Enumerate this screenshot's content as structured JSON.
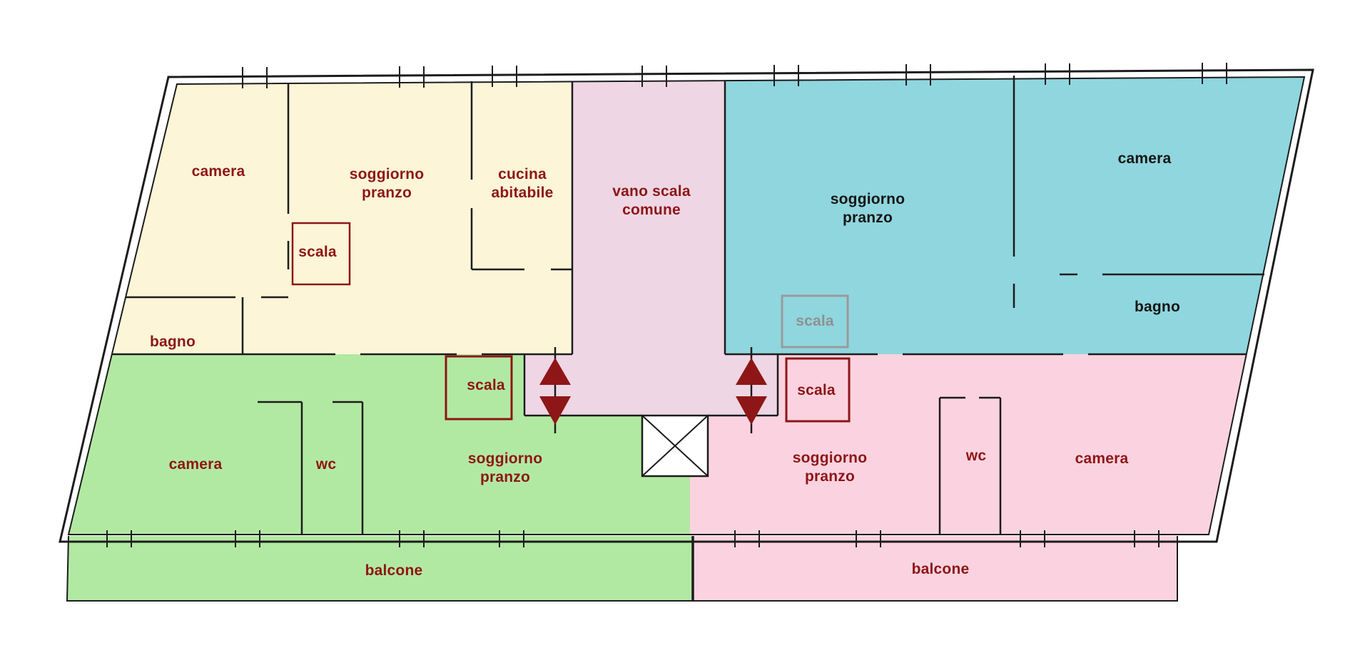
{
  "plan": {
    "kind": "floor-plan",
    "language": "italian"
  },
  "colors": {
    "cream": "#fcf5d8",
    "cyan": "#90d6de",
    "green": "#b2e9a2",
    "pink": "#fbd3e0",
    "lavender": "#eed6e4",
    "shaft_white": "#ffffff",
    "label_red": "#8e1616",
    "label_black": "#151515",
    "label_gray": "#909090",
    "wall": "#1c1c1c",
    "arrow_red": "#8e1616"
  },
  "apartments": {
    "top_left": {
      "rooms": {
        "camera": "camera",
        "soggiorno_pranzo": "soggiorno pranzo",
        "cucina_abitabile": "cucina abitabile",
        "scala": "scala",
        "bagno": "bagno"
      }
    },
    "top_right": {
      "rooms": {
        "soggiorno_pranzo": "soggiorno pranzo",
        "camera": "camera",
        "scala": "scala",
        "bagno": "bagno"
      }
    },
    "bottom_left": {
      "rooms": {
        "camera": "camera",
        "wc": "wc",
        "soggiorno_pranzo": "soggiorno pranzo",
        "scala": "scala",
        "balcone": "balcone"
      }
    },
    "bottom_right": {
      "rooms": {
        "soggiorno_pranzo": "soggiorno pranzo",
        "wc": "wc",
        "camera": "camera",
        "scala": "scala",
        "balcone": "balcone"
      }
    },
    "common": {
      "rooms": {
        "vano_scala_comune": "vano scala comune"
      }
    }
  }
}
